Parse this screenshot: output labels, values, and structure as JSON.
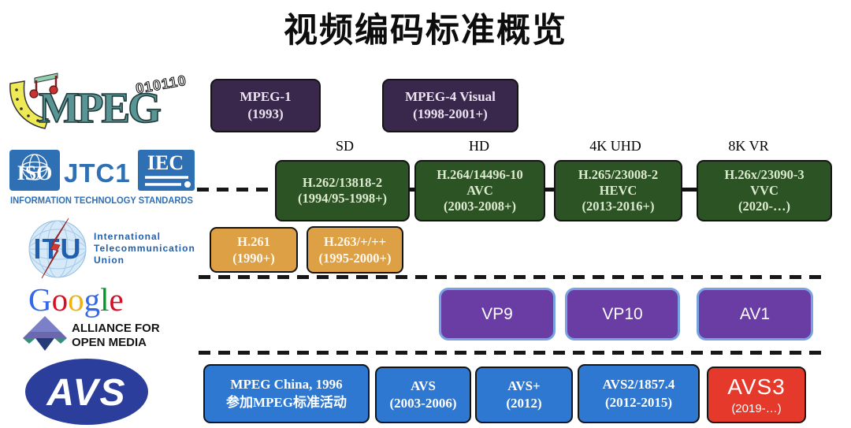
{
  "title": "视频编码标准概览",
  "resolution_labels": [
    "SD",
    "HD",
    "4K UHD",
    "8K VR"
  ],
  "logos": {
    "mpeg": {
      "name": "MPEG",
      "binary": "010110"
    },
    "iso_jtc1_iec": {
      "iso": "ISO",
      "jtc1": "JTC1",
      "iec": "IEC",
      "caption": "INFORMATION TECHNOLOGY STANDARDS"
    },
    "itu": {
      "abbr": "ITU",
      "name_line1": "International",
      "name_line2": "Telecommunication",
      "name_line3": "Union"
    },
    "google": {
      "letters": [
        {
          "ch": "G",
          "color": "#3369E8"
        },
        {
          "ch": "o",
          "color": "#D50F25"
        },
        {
          "ch": "o",
          "color": "#EEB211"
        },
        {
          "ch": "g",
          "color": "#3369E8"
        },
        {
          "ch": "l",
          "color": "#009925"
        },
        {
          "ch": "e",
          "color": "#D50F25"
        }
      ]
    },
    "aom": {
      "line1": "ALLIANCE FOR",
      "line2": "OPEN MEDIA"
    },
    "avs": {
      "name": "AVS"
    }
  },
  "rows": {
    "mpeg_standards": [
      {
        "line1": "MPEG-1",
        "line2": "(1993)"
      },
      {
        "line1": "MPEG-4 Visual",
        "line2": "(1998-2001+)"
      }
    ],
    "joint_standards": [
      {
        "line1": "H.262/13818-2",
        "line2": "(1994/95-1998+)"
      },
      {
        "line1": "H.264/14496-10",
        "line2": "AVC",
        "line3": "(2003-2008+)"
      },
      {
        "line1": "H.265/23008-2",
        "line2": "HEVC",
        "line3": "(2013-2016+)"
      },
      {
        "line1": "H.26x/23090-3",
        "line2": "VVC",
        "line3": "(2020-…)"
      }
    ],
    "itu_standards": [
      {
        "line1": "H.261",
        "line2": "(1990+)"
      },
      {
        "line1": "H.263/+/++",
        "line2": "(1995-2000+)"
      }
    ],
    "aom_codecs": [
      {
        "label": "VP9"
      },
      {
        "label": "VP10"
      },
      {
        "label": "AV1"
      }
    ],
    "avs_standards": [
      {
        "line1": "MPEG China, 1996",
        "line2": "参加MPEG标准活动"
      },
      {
        "line1": "AVS",
        "line2": "(2003-2006)"
      },
      {
        "line1": "AVS+",
        "line2": "(2012)"
      },
      {
        "line1": "AVS2/1857.4",
        "line2": "(2012-2015)"
      },
      {
        "line1": "AVS3",
        "line2": "(2019-…)"
      }
    ]
  },
  "colors": {
    "mpeg_box": "#39284b",
    "joint_box": "#2b5323",
    "itu_box": "#dda045",
    "aom_box": "#6a3da5",
    "aom_border": "#79a3e0",
    "avs_box": "#2e78d2",
    "avs3_box": "#e5392b",
    "std_blue": "#2f6fb4",
    "avs_logo_blue": "#2b3e9b",
    "mpeg_teal": "#5b9494",
    "itu_red": "#d03a36"
  }
}
